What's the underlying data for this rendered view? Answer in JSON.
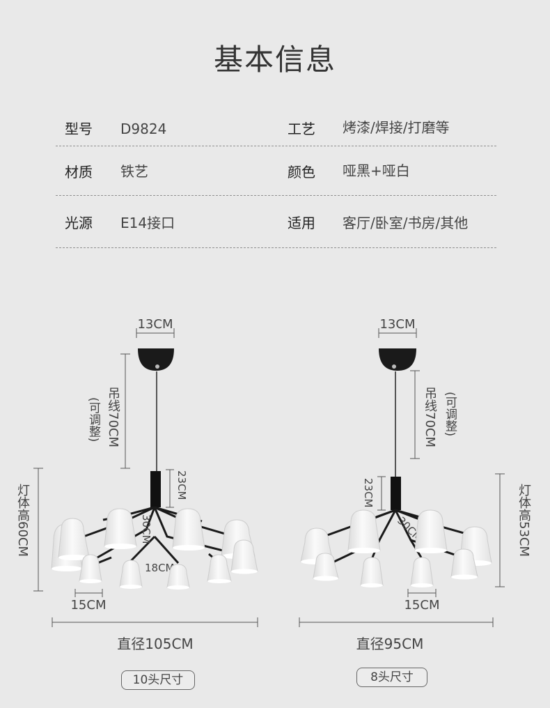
{
  "title": "基本信息",
  "specs": [
    {
      "label": "型号",
      "value": "D9824",
      "label2": "工艺",
      "value2": "烤漆/焊接/打磨等"
    },
    {
      "label": "材质",
      "value": "铁艺",
      "label2": "颜色",
      "value2": "哑黑+哑白"
    },
    {
      "label": "光源",
      "value": "E14接口",
      "label2": "适用",
      "value2": "客厅/卧室/书房/其他"
    }
  ],
  "left_diagram": {
    "canopy": "13CM",
    "cable": "吊线70CM",
    "cable_note": "(可调整)",
    "stem": "23CM",
    "arm": "30CM",
    "arm2": "18CM",
    "body_height": "灯体高60CM",
    "shade": "15CM",
    "diameter": "直径105CM",
    "size": "10头尺寸"
  },
  "right_diagram": {
    "canopy": "13CM",
    "cable": "吊线70CM",
    "cable_note": "(可调整)",
    "stem": "23CM",
    "arm": "30CM",
    "body_height": "灯体高53CM",
    "shade": "15CM",
    "diameter": "直径95CM",
    "size": "8头尺寸"
  },
  "colors": {
    "background": "#e9e9e9",
    "lamp_black": "#1a1a1a",
    "shade_white": "#f4f4f4"
  }
}
